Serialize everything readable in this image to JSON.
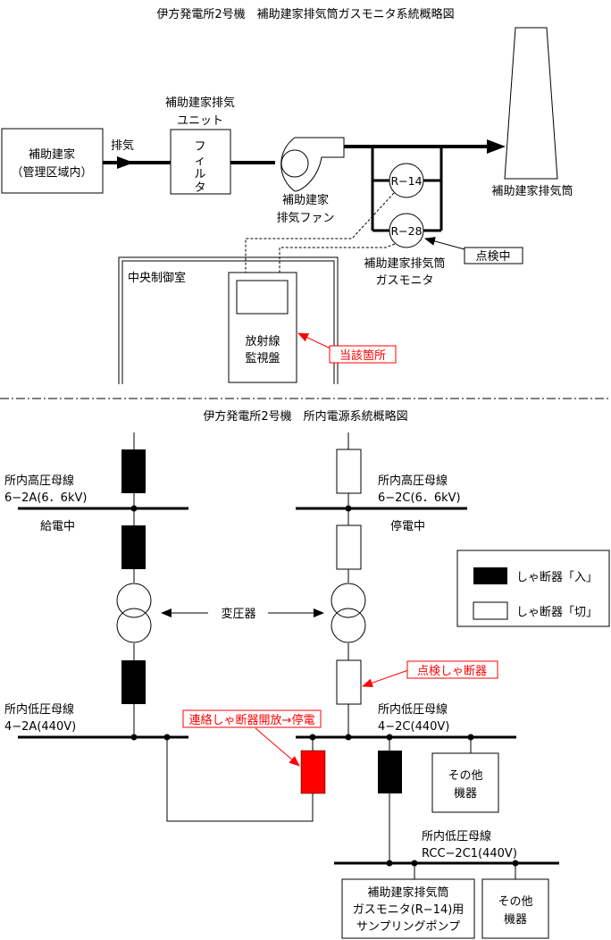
{
  "top_diagram": {
    "title": "伊方発電所2号機　補助建家排気筒ガスモニタ系統概略図",
    "aux_building": {
      "line1": "補助建家",
      "line2": "（管理区域内）"
    },
    "exhaust_label": "排気",
    "exhaust_unit_label": {
      "line1": "補助建家排気",
      "line2": "ユニット"
    },
    "filter_chars": [
      "フ",
      "ィ",
      "ル",
      "タ"
    ],
    "fan_label": {
      "line1": "補助建家",
      "line2": "排気ファン"
    },
    "stack_label": "補助建家排気筒",
    "monitor_r14": "R−14",
    "monitor_r28": "R−28",
    "inspection_callout": "点検中",
    "gas_monitor_label": {
      "line1": "補助建家排気筒",
      "line2": "ガスモニタ"
    },
    "control_room_label": "中央制御室",
    "radiation_panel_label": {
      "line1": "放射線",
      "line2": "監視盤"
    },
    "location_callout": "当該箇所"
  },
  "bottom_diagram": {
    "title": "伊方発電所2号機　所内電源系統概略図",
    "bus_6_2a": {
      "line1": "所内高圧母線",
      "line2": "6−2A(6．6kV)",
      "status": "給電中"
    },
    "bus_6_2c": {
      "line1": "所内高圧母線",
      "line2": "6−2C(6．6kV)",
      "status": "停電中"
    },
    "transformer_label": "変圧器",
    "legend": {
      "closed": "しゃ断器「入」",
      "open": "しゃ断器「切」"
    },
    "inspection_breaker_callout": "点検しゃ断器",
    "bus_4_2a": {
      "line1": "所内低圧母線",
      "line2": "4−2A(440V)"
    },
    "bus_4_2c": {
      "line1": "所内低圧母線",
      "line2": "4−2C(440V)"
    },
    "tie_breaker_callout": "連絡しゃ断器開放→停電",
    "other_equipment_1": {
      "line1": "その他",
      "line2": "機器"
    },
    "bus_rcc_2c1": {
      "line1": "所内低圧母線",
      "line2": "RCC−2C1(440V)"
    },
    "sampling_pump": {
      "line1": "補助建家排気筒",
      "line2": "ガスモニタ(R−14)用",
      "line3": "サンプリングポンプ"
    },
    "other_equipment_2": {
      "line1": "その他",
      "line2": "機器"
    }
  },
  "colors": {
    "highlight": "#ff0000",
    "closed_breaker": "#000000",
    "open_breaker": "#ffffff"
  }
}
